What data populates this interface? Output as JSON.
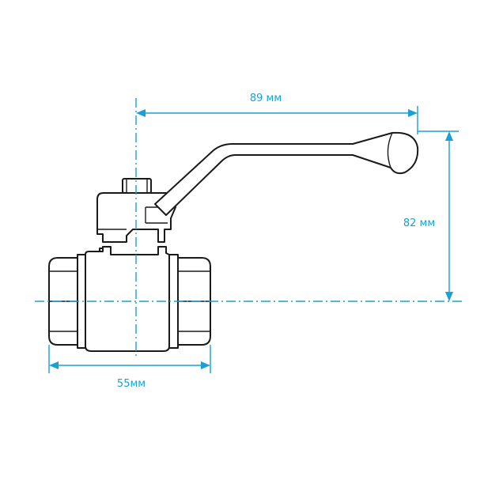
{
  "diagram": {
    "subject": "ball-valve",
    "colors": {
      "dimension": "#1aa0d6",
      "outline": "#1a1a1a",
      "background": "#ffffff"
    },
    "dimensions": {
      "handle_length": {
        "label": "89 мм",
        "value": 89,
        "unit": "мм"
      },
      "height": {
        "label": "82 мм",
        "value": 82,
        "unit": "мм"
      },
      "body_length": {
        "label": "55мм",
        "value": 55,
        "unit": "мм"
      }
    }
  }
}
